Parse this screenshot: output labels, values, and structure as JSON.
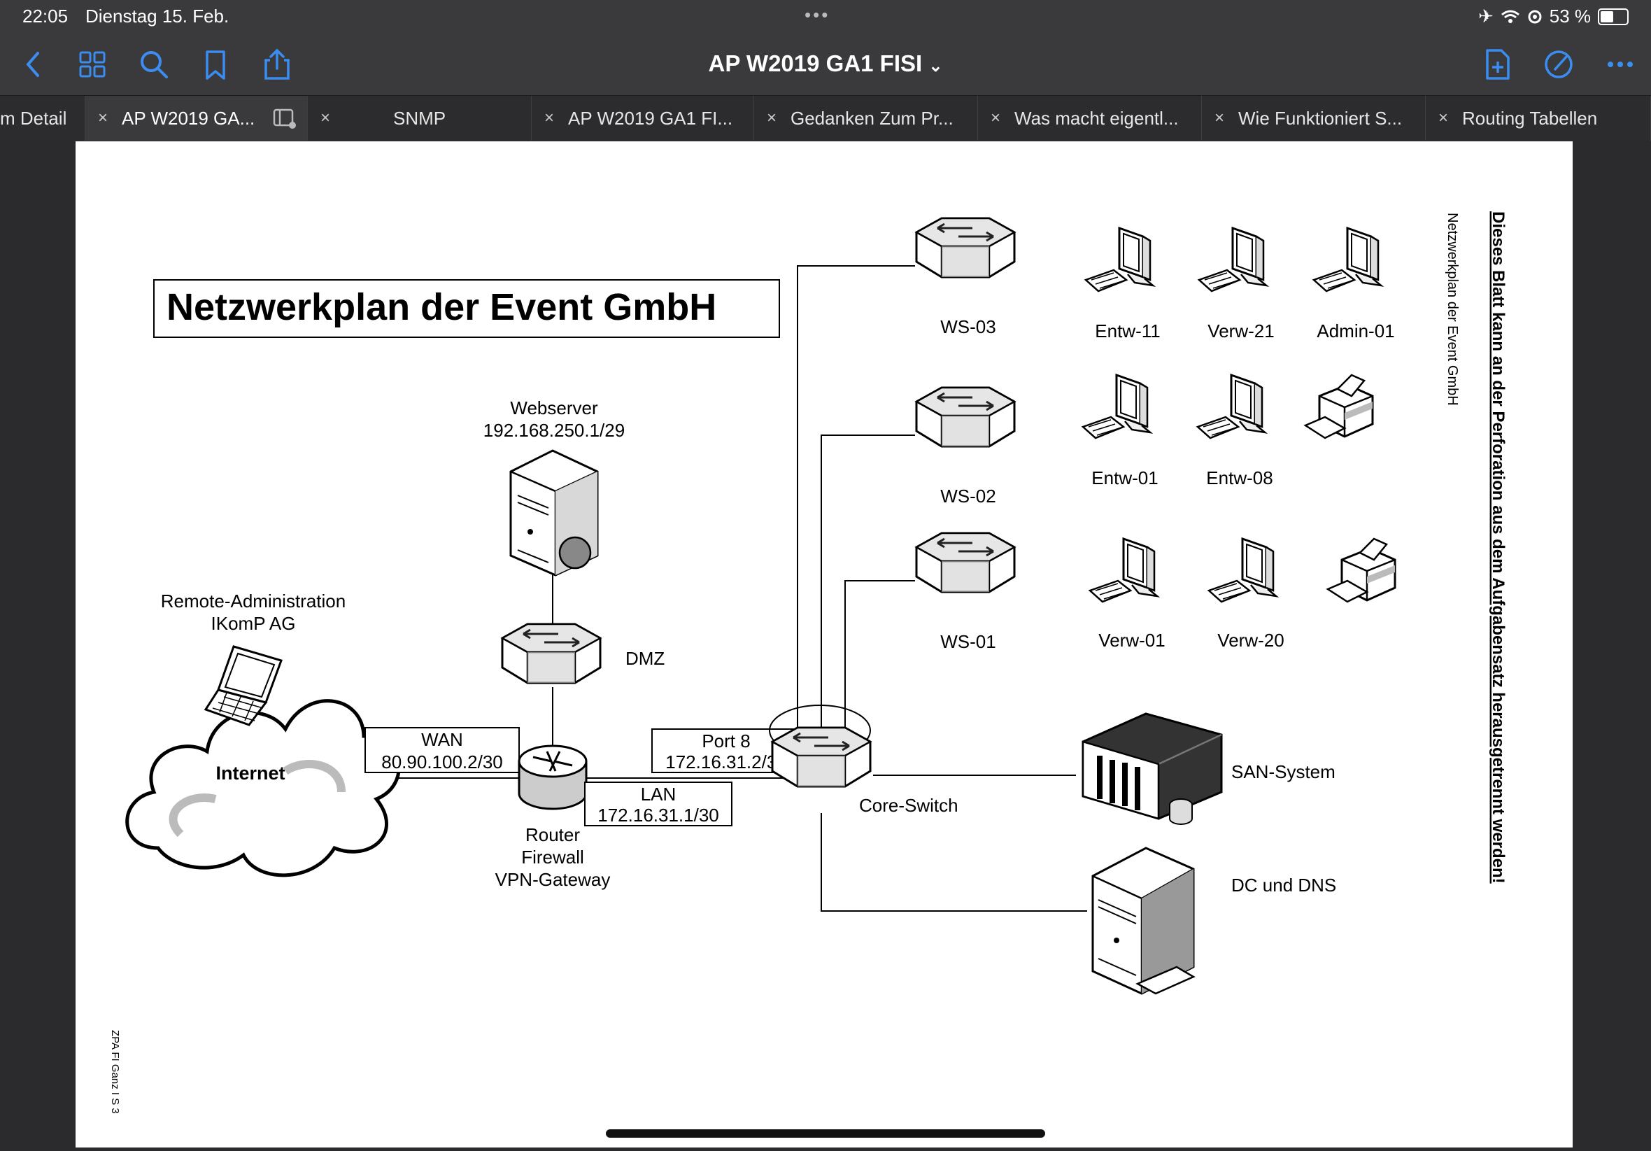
{
  "status_bar": {
    "time": "22:05",
    "date": "Dienstag 15. Feb.",
    "battery": "53 %",
    "battery_level": 0.53
  },
  "toolbar": {
    "title": "AP W2019 GA1 FISI",
    "chevron": "⌄"
  },
  "tabs": [
    {
      "label": "m Detail",
      "close": ""
    },
    {
      "label": "AP W2019 GA...",
      "close": "×"
    },
    {
      "label": "SNMP",
      "close": "×"
    },
    {
      "label": "AP W2019 GA1 FI...",
      "close": "×"
    },
    {
      "label": "Gedanken Zum Pr...",
      "close": "×"
    },
    {
      "label": "Was macht eigentl...",
      "close": "×"
    },
    {
      "label": "Wie Funktioniert S...",
      "close": "×"
    },
    {
      "label": "Routing Tabellen",
      "close": "×"
    }
  ],
  "document": {
    "title": "Netzwerkplan der Event GmbH",
    "side_note": "Dieses Blatt kann an der Perforation aus dem Aufgabensatz herausgetrennt werden!",
    "side_caption": "Netzwerkplan der Event GmbH",
    "footer": "ZPA FI Ganz I S 3",
    "nodes": {
      "webserver": {
        "name": "Webserver",
        "ip": "192.168.250.1/29"
      },
      "dmz": "DMZ",
      "remote": {
        "line1": "Remote-Administration",
        "line2": "IKomP AG"
      },
      "internet": "Internet",
      "wan": {
        "label": "WAN",
        "ip": "80.90.100.2/30"
      },
      "router": {
        "line1": "Router",
        "line2": "Firewall",
        "line3": "VPN-Gateway"
      },
      "lan": {
        "label": "LAN",
        "ip": "172.16.31.1/30"
      },
      "port8": {
        "label": "Port 8",
        "ip": "172.16.31.2/30"
      },
      "core_switch": "Core-Switch",
      "ws03": "WS-03",
      "ws02": "WS-02",
      "ws01": "WS-01",
      "san": "SAN-System",
      "dc": "DC und DNS",
      "pcs": [
        "Entw-11",
        "Verw-21",
        "Admin-01",
        "Entw-01",
        "Entw-08",
        "Verw-01",
        "Verw-20"
      ]
    }
  }
}
